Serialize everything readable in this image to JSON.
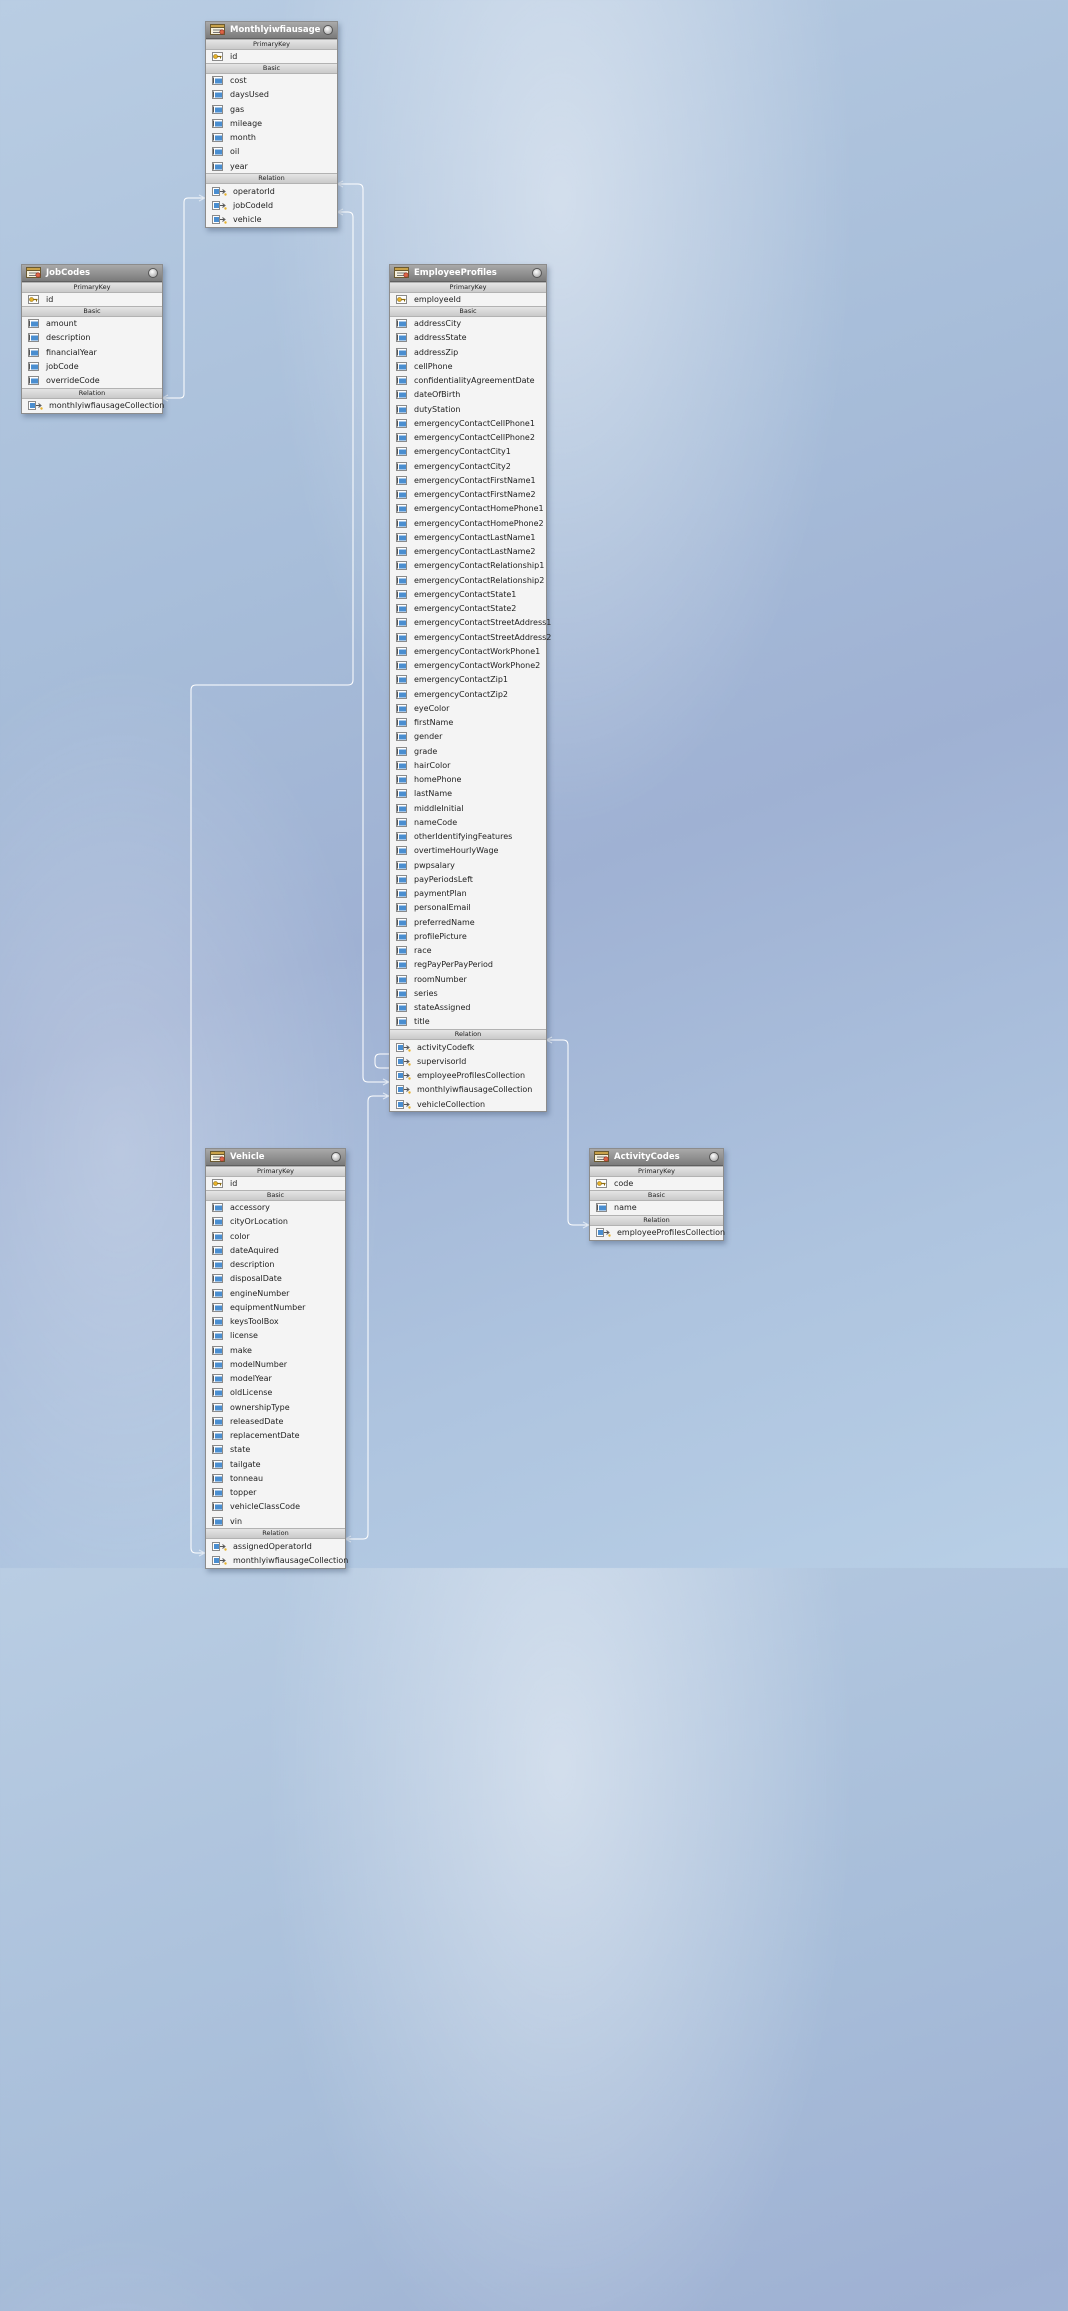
{
  "sections": {
    "pk": "PrimaryKey",
    "basic": "Basic",
    "relation": "Relation"
  },
  "entities": {
    "monthly": {
      "title": "Monthlyiwfiausage",
      "pk": [
        "id"
      ],
      "basic": [
        "cost",
        "daysUsed",
        "gas",
        "mileage",
        "month",
        "oil",
        "year"
      ],
      "relation": [
        "operatorId",
        "jobCodeId",
        "vehicle"
      ]
    },
    "jobcodes": {
      "title": "JobCodes",
      "pk": [
        "id"
      ],
      "basic": [
        "amount",
        "description",
        "financialYear",
        "jobCode",
        "overrideCode"
      ],
      "relation": [
        "monthlyiwfiausageCollection"
      ]
    },
    "employee": {
      "title": "EmployeeProfiles",
      "pk": [
        "employeeId"
      ],
      "basic": [
        "addressCity",
        "addressState",
        "addressZip",
        "cellPhone",
        "confidentialityAgreementDate",
        "dateOfBirth",
        "dutyStation",
        "emergencyContactCellPhone1",
        "emergencyContactCellPhone2",
        "emergencyContactCity1",
        "emergencyContactCity2",
        "emergencyContactFirstName1",
        "emergencyContactFirstName2",
        "emergencyContactHomePhone1",
        "emergencyContactHomePhone2",
        "emergencyContactLastName1",
        "emergencyContactLastName2",
        "emergencyContactRelationship1",
        "emergencyContactRelationship2",
        "emergencyContactState1",
        "emergencyContactState2",
        "emergencyContactStreetAddress1",
        "emergencyContactStreetAddress2",
        "emergencyContactWorkPhone1",
        "emergencyContactWorkPhone2",
        "emergencyContactZip1",
        "emergencyContactZip2",
        "eyeColor",
        "firstName",
        "gender",
        "grade",
        "hairColor",
        "homePhone",
        "lastName",
        "middleInitial",
        "nameCode",
        "otherIdentifyingFeatures",
        "overtimeHourlyWage",
        "pwpsalary",
        "payPeriodsLeft",
        "paymentPlan",
        "personalEmail",
        "preferredName",
        "profilePicture",
        "race",
        "regPayPerPayPeriod",
        "roomNumber",
        "series",
        "stateAssigned",
        "title"
      ],
      "relation": [
        "activityCodefk",
        "supervisorId",
        "employeeProfilesCollection",
        "monthlyiwfiausageCollection",
        "vehicleCollection"
      ]
    },
    "vehicle": {
      "title": "Vehicle",
      "pk": [
        "id"
      ],
      "basic": [
        "accessory",
        "cityOrLocation",
        "color",
        "dateAquired",
        "description",
        "disposalDate",
        "engineNumber",
        "equipmentNumber",
        "keysToolBox",
        "license",
        "make",
        "modelNumber",
        "modelYear",
        "oldLicense",
        "ownershipType",
        "releasedDate",
        "replacementDate",
        "state",
        "tailgate",
        "tonneau",
        "topper",
        "vehicleClassCode",
        "vin"
      ],
      "relation": [
        "assignedOperatorId",
        "monthlyiwfiausageCollection"
      ]
    },
    "activity": {
      "title": "ActivityCodes",
      "pk": [
        "code"
      ],
      "basic": [
        "name"
      ],
      "relation": [
        "employeeProfilesCollection"
      ]
    }
  },
  "colors": {
    "connector": "#ffffff",
    "header": "#8a8a8a",
    "key": "#e0b020",
    "field": "#4a8ed0"
  }
}
